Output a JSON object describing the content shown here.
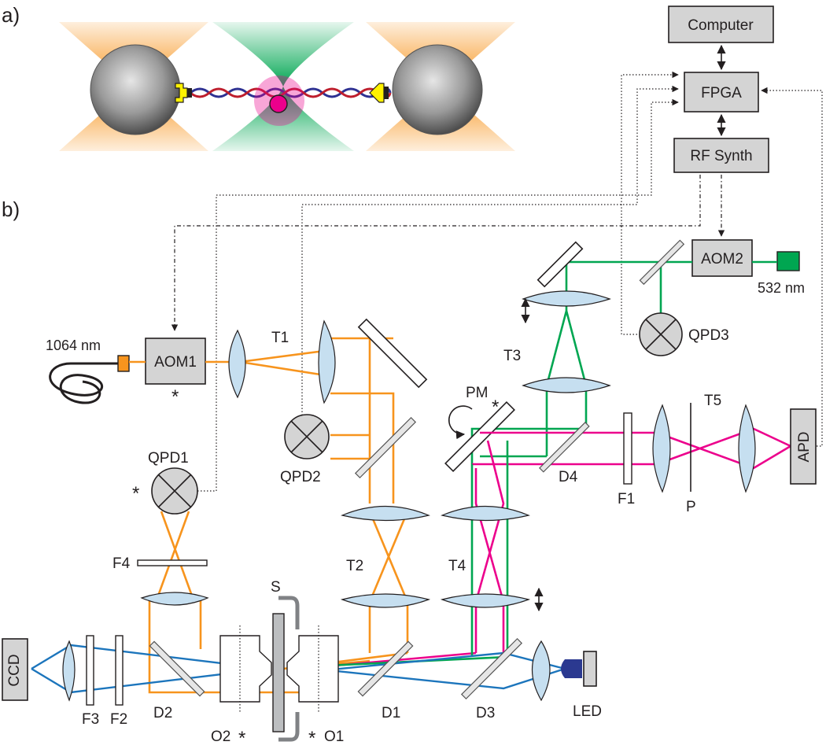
{
  "panel_labels": {
    "a": "a)",
    "b": "b)"
  },
  "boxes": {
    "computer": "Computer",
    "fpga": "FPGA",
    "rf_synth": "RF Synth",
    "aom1": "AOM1",
    "aom2": "AOM2",
    "apd": "APD",
    "ccd": "CCD"
  },
  "lasers": {
    "ir": "1064 nm",
    "green": "532 nm"
  },
  "detectors": {
    "qpd1": "QPD1",
    "qpd2": "QPD2",
    "qpd3": "QPD3"
  },
  "telescopes": {
    "t1": "T1",
    "t2": "T2",
    "t3": "T3",
    "t4": "T4",
    "t5": "T5"
  },
  "components": {
    "pm": "PM",
    "d1": "D1",
    "d2": "D2",
    "d3": "D3",
    "d4": "D4",
    "f1": "F1",
    "f2": "F2",
    "f3": "F3",
    "f4": "F4",
    "p": "P",
    "s": "S",
    "o1": "O1",
    "o2": "O2",
    "led": "LED",
    "star": "*"
  },
  "colors": {
    "ir_beam": "#f7941d",
    "green_beam": "#00a651",
    "fluorescence_beam": "#ec008c",
    "led_beam": "#1c75bc",
    "box_fill": "#d4d4d4",
    "lens_fill": "#c6dff0"
  }
}
